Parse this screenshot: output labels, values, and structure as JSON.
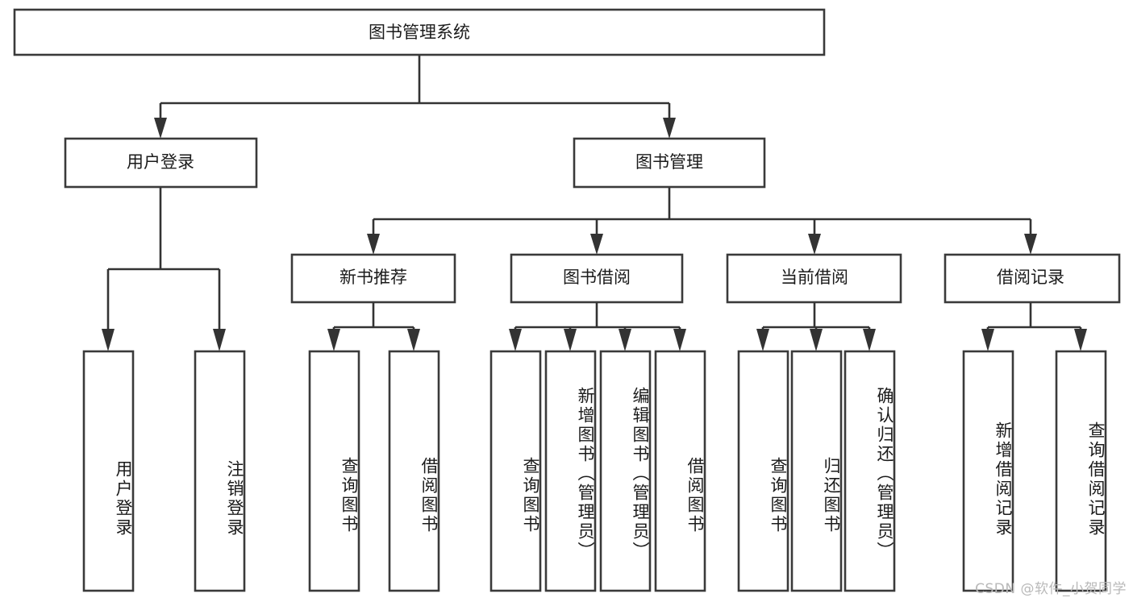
{
  "diagram": {
    "title": "图书管理系统",
    "type": "tree",
    "orientation": "top-down",
    "colors": {
      "box_fill": "#ffffff",
      "box_stroke": "#3a3a3a",
      "connector": "#333333",
      "text": "#1b1b1b",
      "watermark": "#b9b9b9"
    },
    "nodes": {
      "root": {
        "label": "图书管理系统"
      },
      "level2": [
        {
          "label": "用户登录"
        },
        {
          "label": "图书管理"
        }
      ],
      "level3": [
        {
          "label": "新书推荐"
        },
        {
          "label": "图书借阅"
        },
        {
          "label": "当前借阅"
        },
        {
          "label": "借阅记录"
        }
      ],
      "leaves": {
        "user_login": [
          {
            "label": "用户登录"
          },
          {
            "label": "注销登录"
          }
        ],
        "new_book": [
          {
            "label": "查询图书"
          },
          {
            "label": "借阅图书"
          }
        ],
        "book_borrow": [
          {
            "label": "查询图书"
          },
          {
            "label": "新增图书（管理员）"
          },
          {
            "label": "编辑图书（管理员）"
          },
          {
            "label": "借阅图书"
          }
        ],
        "current_borrow": [
          {
            "label": "查询图书"
          },
          {
            "label": "归还图书"
          },
          {
            "label": "确认归还（管理员）"
          }
        ],
        "borrow_record": [
          {
            "label": "新增借阅记录"
          },
          {
            "label": "查询借阅记录"
          }
        ]
      }
    },
    "watermark": "CSDN @软件_小贺同学"
  }
}
